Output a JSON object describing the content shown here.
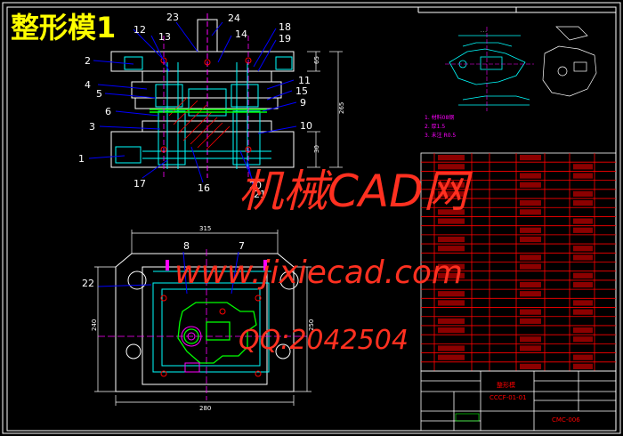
{
  "drawing": {
    "title": "整形模1",
    "part_numbers_top_left": [
      "2",
      "4",
      "5",
      "6",
      "3",
      "1"
    ],
    "part_numbers_top_upper": [
      "12",
      "13",
      "23",
      "24",
      "14",
      "18",
      "19"
    ],
    "part_numbers_top_right": [
      "11",
      "15",
      "9",
      "10"
    ],
    "part_numbers_top_bottom": [
      "17",
      "16",
      "20",
      "21"
    ],
    "part_numbers_plan": [
      "8",
      "7",
      "22"
    ],
    "dims": {
      "plan_width_top": "315",
      "plan_width_bottom": "280",
      "plan_height_left": "240",
      "plan_height_right": "250",
      "elev_height": "265",
      "elev_upper": "65",
      "elev_lower": "30"
    },
    "tech_notes": [
      "1. 材料08钢",
      "2. 厚1.5",
      "3. 未注 R0.5"
    ],
    "title_block": {
      "name": "整形模",
      "drawing_no": "CCCF-01-01",
      "company": "CMC-006"
    }
  },
  "watermarks": {
    "site_cn": "机械CAD网",
    "url": "www.jixiecad.com",
    "qq": "QQ:2042504"
  },
  "colors": {
    "background": "#000000",
    "frame": "#ffffff",
    "title": "#ffff00",
    "part_lines": "#00ffff",
    "dimension": "#ff00ff",
    "leaders": "#0000ff",
    "table": "#ff0000",
    "watermark": "#ff3020",
    "part_green": "#00ff00"
  }
}
